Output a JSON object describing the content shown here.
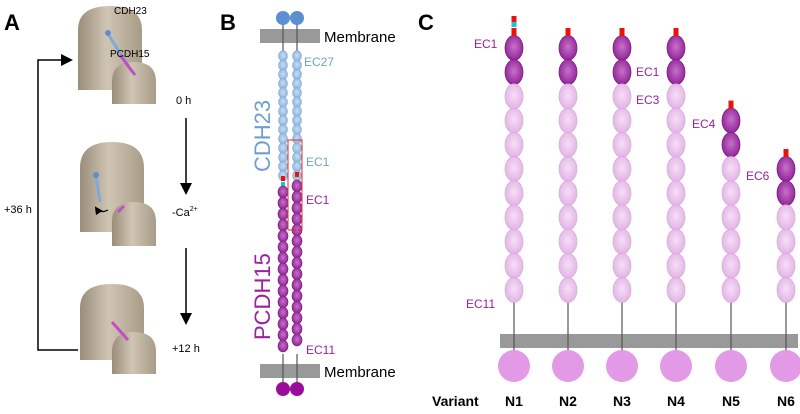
{
  "panel_a": {
    "letter": "A",
    "cdh23": "CDH23",
    "pcdh15": "PCDH15",
    "t0": "0 h",
    "ca": "-Ca",
    "ca_sup": "2+",
    "t12": "+12 h",
    "t36": "+36 h"
  },
  "panel_b": {
    "letter": "B",
    "membrane_top": "Membrane",
    "membrane_bottom": "Membrane",
    "cdh23": "CDH23",
    "pcdh15": "PCDH15",
    "ec27": "EC27",
    "ec1_blue": "EC1",
    "ec1_pink": "EC1",
    "ec11": "EC11"
  },
  "panel_c": {
    "letter": "C",
    "variant_label": "Variant",
    "variants": [
      "N1",
      "N2",
      "N3",
      "N4",
      "N5",
      "N6"
    ],
    "labels": {
      "n1_ec1": "EC1",
      "n1_ec11": "EC11",
      "n4_ec1": "EC1",
      "n4_ec3": "EC3",
      "n5_ec4": "EC4",
      "n6_ec6": "EC6"
    }
  },
  "colors": {
    "blue": "#9dc0e6",
    "blue_dark": "#6f9fd2",
    "pink_dark": "#a33aa8",
    "pink_light": "#ecc7ee",
    "tip_red": "#e8140c",
    "tip_cyan": "#1ec0d8",
    "cell": "#b9ad99",
    "membrane": "#999999"
  }
}
